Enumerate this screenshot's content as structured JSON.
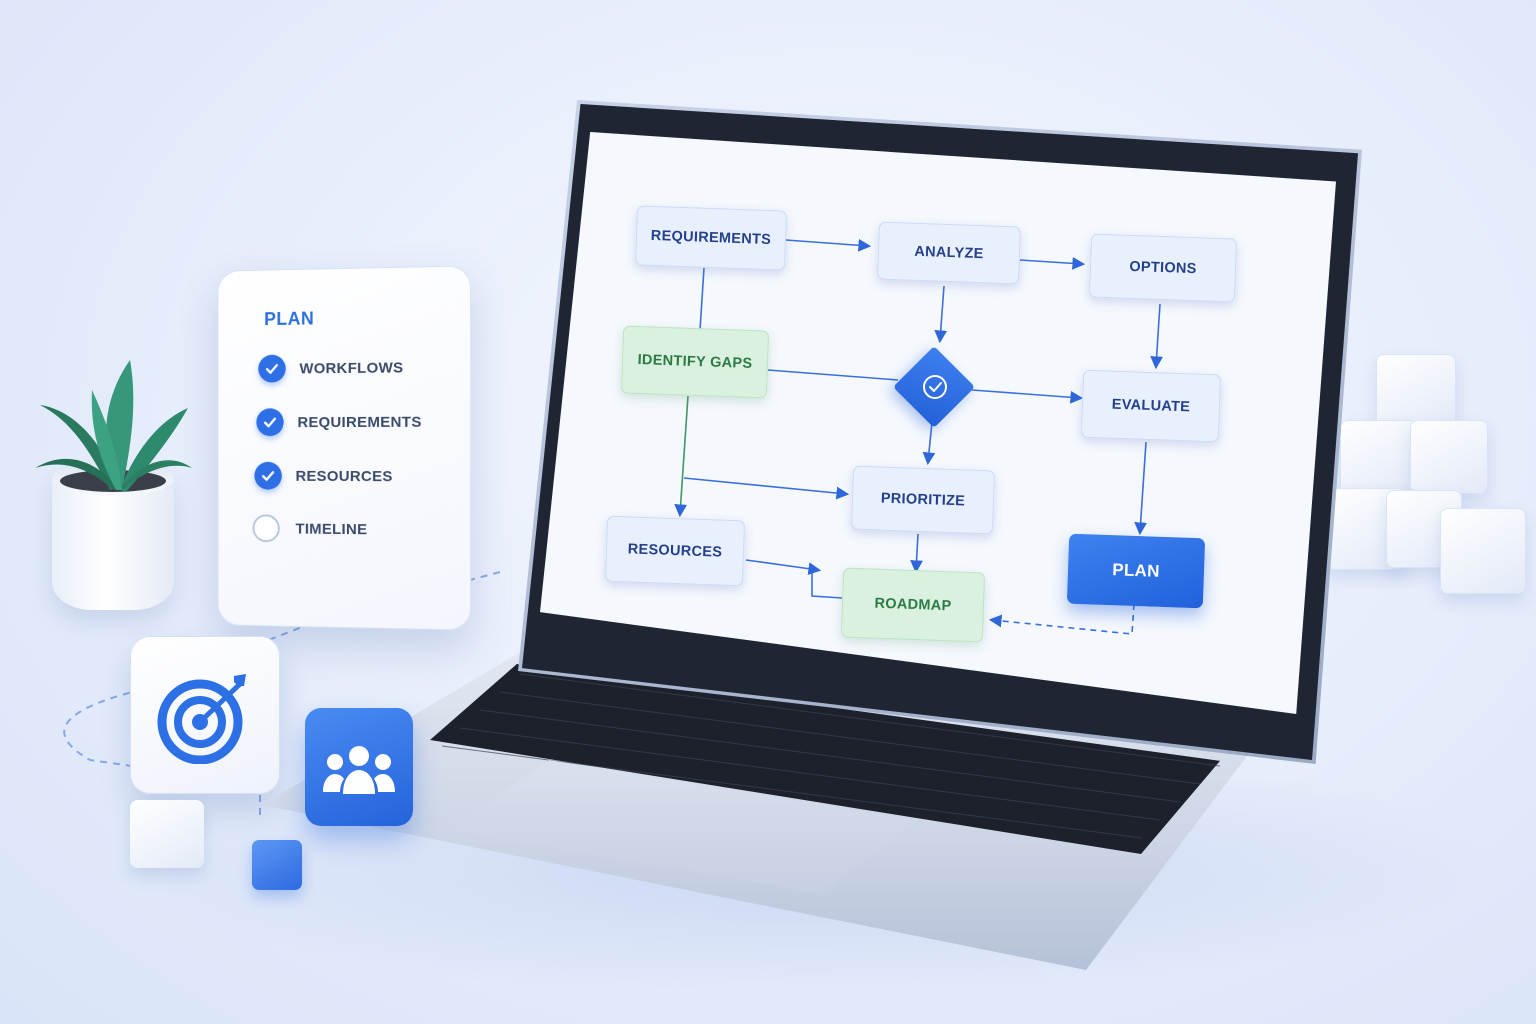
{
  "checklist": {
    "title": "PLAN",
    "items": [
      {
        "label": "WORKFLOWS",
        "checked": true
      },
      {
        "label": "REQUIREMENTS",
        "checked": true
      },
      {
        "label": "RESOURCES",
        "checked": true
      },
      {
        "label": "TIMELINE",
        "checked": false
      }
    ]
  },
  "flowchart": {
    "nodes": {
      "requirements": "REQUIREMENTS",
      "analyze": "ANALYZE",
      "options": "OPTIONS",
      "identify_gaps": "IDENTIFY GAPS",
      "evaluate": "EVALUATE",
      "prioritize": "PRIORITIZE",
      "resources": "RESOURCES",
      "roadmap": "ROADMAP",
      "plan": "PLAN"
    },
    "decision_icon": "check-icon"
  },
  "icons": {
    "target": "target-icon",
    "team": "team-icon",
    "plant": "plant-icon"
  },
  "colors": {
    "accent": "#2f6fe6",
    "green_node": "#d9f1de",
    "blue_node": "#2463dc",
    "background": "#e6edfb"
  }
}
